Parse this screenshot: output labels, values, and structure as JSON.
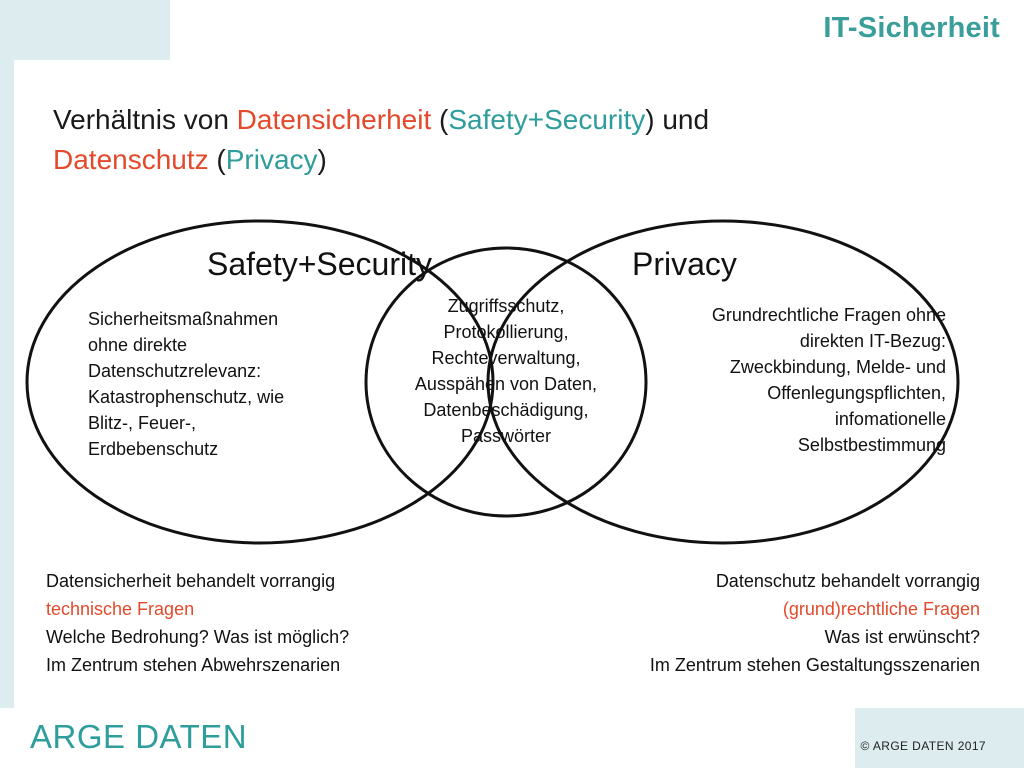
{
  "header": {
    "title": "IT-Sicherheit"
  },
  "slide_title": {
    "part1": "Verhältnis von ",
    "term1": "Datensicherheit",
    "part2": " (",
    "term2": "Safety+Security",
    "part3": ") und",
    "term3": "Datenschutz",
    "part4": " (",
    "term4": "Privacy",
    "part5": ")"
  },
  "venn": {
    "left_label": "Safety+Security",
    "right_label": "Privacy",
    "left_lines": [
      "Sicherheitsmaßnahmen",
      "ohne direkte",
      "Datenschutzrelevanz:",
      "Katastrophenschutz, wie",
      "Blitz-, Feuer-,",
      "Erdbebenschutz"
    ],
    "middle_lines": [
      "Zugriffsschutz,",
      "Protokollierung,",
      "Rechteverwaltung,",
      "Ausspähen von Daten,",
      "Datenbeschädigung,",
      "Passwörter"
    ],
    "right_lines": [
      "Grundrechtliche Fragen ohne",
      "direkten IT-Bezug:",
      "Zweckbindung, Melde- und",
      "Offenlegungspflichten,",
      "infomationelle",
      "Selbstbestimmung"
    ]
  },
  "bottom_left": {
    "line1": "Datensicherheit behandelt vorrangig",
    "line2": "technische Fragen",
    "line3": "Welche Bedrohung? Was ist möglich?",
    "line4": "Im Zentrum stehen Abwehrszenarien"
  },
  "bottom_right": {
    "line1": "Datenschutz behandelt vorrangig",
    "line2": "(grund)rechtliche Fragen",
    "line3": "Was ist erwünscht?",
    "line4": "Im Zentrum stehen Gestaltungsszenarien"
  },
  "footer": {
    "brand": "ARGE DATEN",
    "copyright": "© ARGE DATEN 2017"
  },
  "colors": {
    "accent_teal": "#2e9d9b",
    "accent_red": "#e34a2b",
    "background": "#dcecef"
  }
}
